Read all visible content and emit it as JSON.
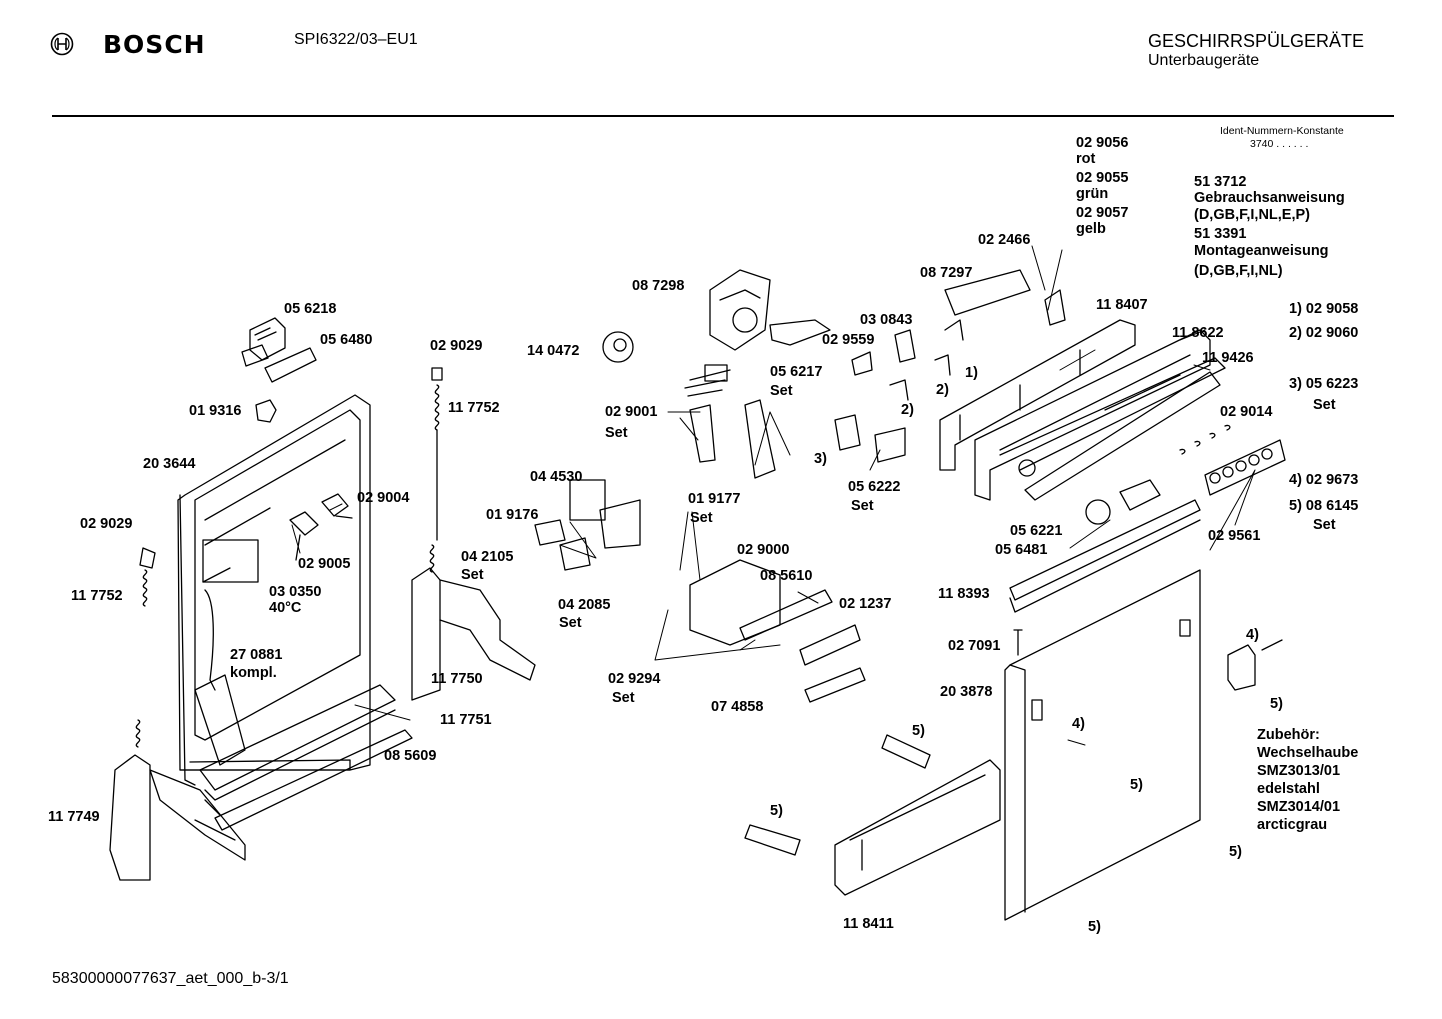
{
  "header": {
    "brand": "BOSCH",
    "model": "SPI6322/03–EU1",
    "category": "GESCHIRRSPÜLGERÄTE",
    "subcategory": "Unterbaugeräte"
  },
  "ident": {
    "title": "Ident-Nummern-Konstante",
    "value": "3740  . .  . . . ."
  },
  "parts": {
    "p029056": "02 9056",
    "rot": "rot",
    "p029055": "02 9055",
    "gruen": "grün",
    "p029057": "02 9057",
    "gelb": "gelb",
    "p022466": "02 2466",
    "p087297": "08 7297",
    "p087298": "08 7298",
    "p140472": "14 0472",
    "p118407": "11 8407",
    "p118622": "11 8622",
    "p119426": "11 9426",
    "p030843": "03 0843",
    "p029559": "02 9559",
    "n1": "1)",
    "n2a": "2)",
    "n2b": "2)",
    "n3": "3)",
    "p056218": "05 6218",
    "p056480": "05 6480",
    "p029029a": "02 9029",
    "p117752a": "11 7752",
    "p019316": "01 9316",
    "p203644": "20 3644",
    "p029004": "02 9004",
    "p029005": "02 9005",
    "p030350": "03 0350",
    "deg": "40°C",
    "p029029b": "02 9029",
    "p117752b": "11 7752",
    "p270881": "27 0881",
    "kompl": "kompl.",
    "p117750": "11 7750",
    "p117751": "11 7751",
    "p085609": "08 5609",
    "p117749": "11 7749",
    "p056217": "05 6217",
    "set1": "Set",
    "p029001": "02 9001",
    "set2": "Set",
    "p044530": "04 4530",
    "p019176": "01 9176",
    "p019177": "01 9177",
    "set3": "Set",
    "p042105": "04 2105",
    "set4": "Set",
    "p042085": "04 2085",
    "set5": "Set",
    "p029000": "02 9000",
    "p085610": "08 5610",
    "p021237": "02 1237",
    "p029294": "02 9294",
    "set6": "Set",
    "p074858": "07 4858",
    "p056222": "05 6222",
    "set7": "Set",
    "p029014": "02 9014",
    "p056221": "05 6221",
    "p056481": "05 6481",
    "p029561": "02 9561",
    "p118393": "11 8393",
    "p027091": "02 7091",
    "p203878": "20 3878",
    "n4a": "4)",
    "n4b": "4)",
    "n5a": "5)",
    "n5b": "5)",
    "n5c": "5)",
    "n5d": "5)",
    "n5e": "5)",
    "n5f": "5)",
    "p118411": "11 8411"
  },
  "docs": {
    "l1": "51 3712",
    "l2": "Gebrauchsanweisung",
    "l3": "(D,GB,F,I,NL,E,P)",
    "l4": "51 3391",
    "l5": "Montageanweisung",
    "l6": "(D,GB,F,I,NL)"
  },
  "legend": {
    "r1": "1) 02 9058",
    "r2": "2) 02 9060",
    "r3": "3) 05 6223",
    "r3s": "Set",
    "r4": "4) 02 9673",
    "r5": "5) 08 6145",
    "r5s": "Set"
  },
  "accessories": {
    "a1": "Zubehör:",
    "a2": "Wechselhaube",
    "a3": "SMZ3013/01",
    "a4": "edelstahl",
    "a5": "SMZ3014/01",
    "a6": "arcticgrau"
  },
  "footer": "58300000077637_aet_000_b-3/1"
}
